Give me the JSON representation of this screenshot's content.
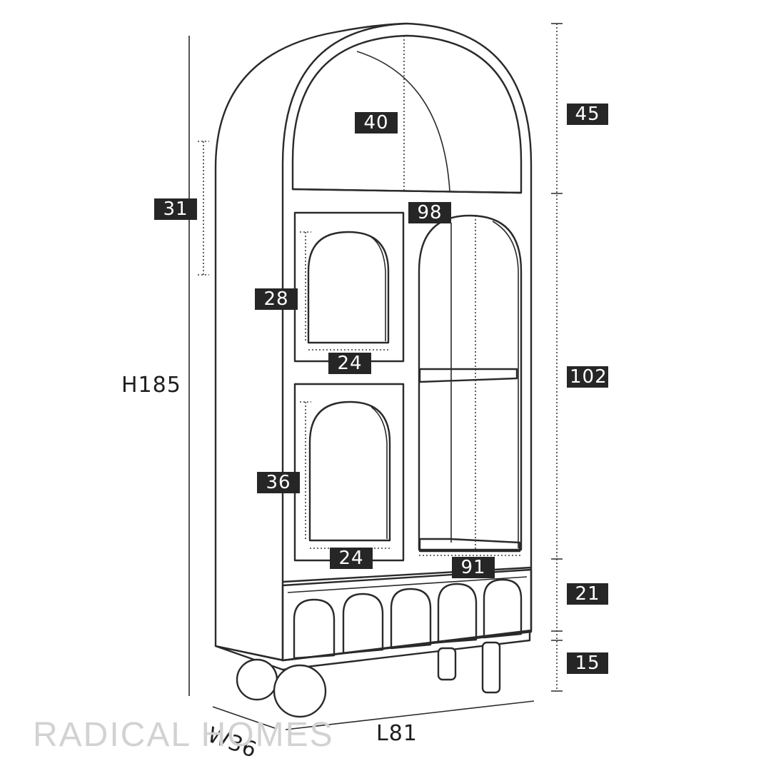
{
  "dimensions": {
    "height_total": "H185",
    "width": "W36",
    "length": "L81",
    "top_section": "45",
    "middle_section": "102",
    "drawer_section": "21",
    "leg_height": "15",
    "arch_width": "40",
    "side_arch_height": "31",
    "right_opening_height": "98",
    "upper_window_height": "28",
    "upper_window_width": "24",
    "lower_window_height": "36",
    "lower_window_width": "24",
    "right_opening_width": "91"
  },
  "watermark": "RADICAL HOMES",
  "colors": {
    "line": "#2a2a2a",
    "tag_bg": "#262626",
    "tag_text": "#ffffff",
    "watermark": "#d2d2d2"
  }
}
